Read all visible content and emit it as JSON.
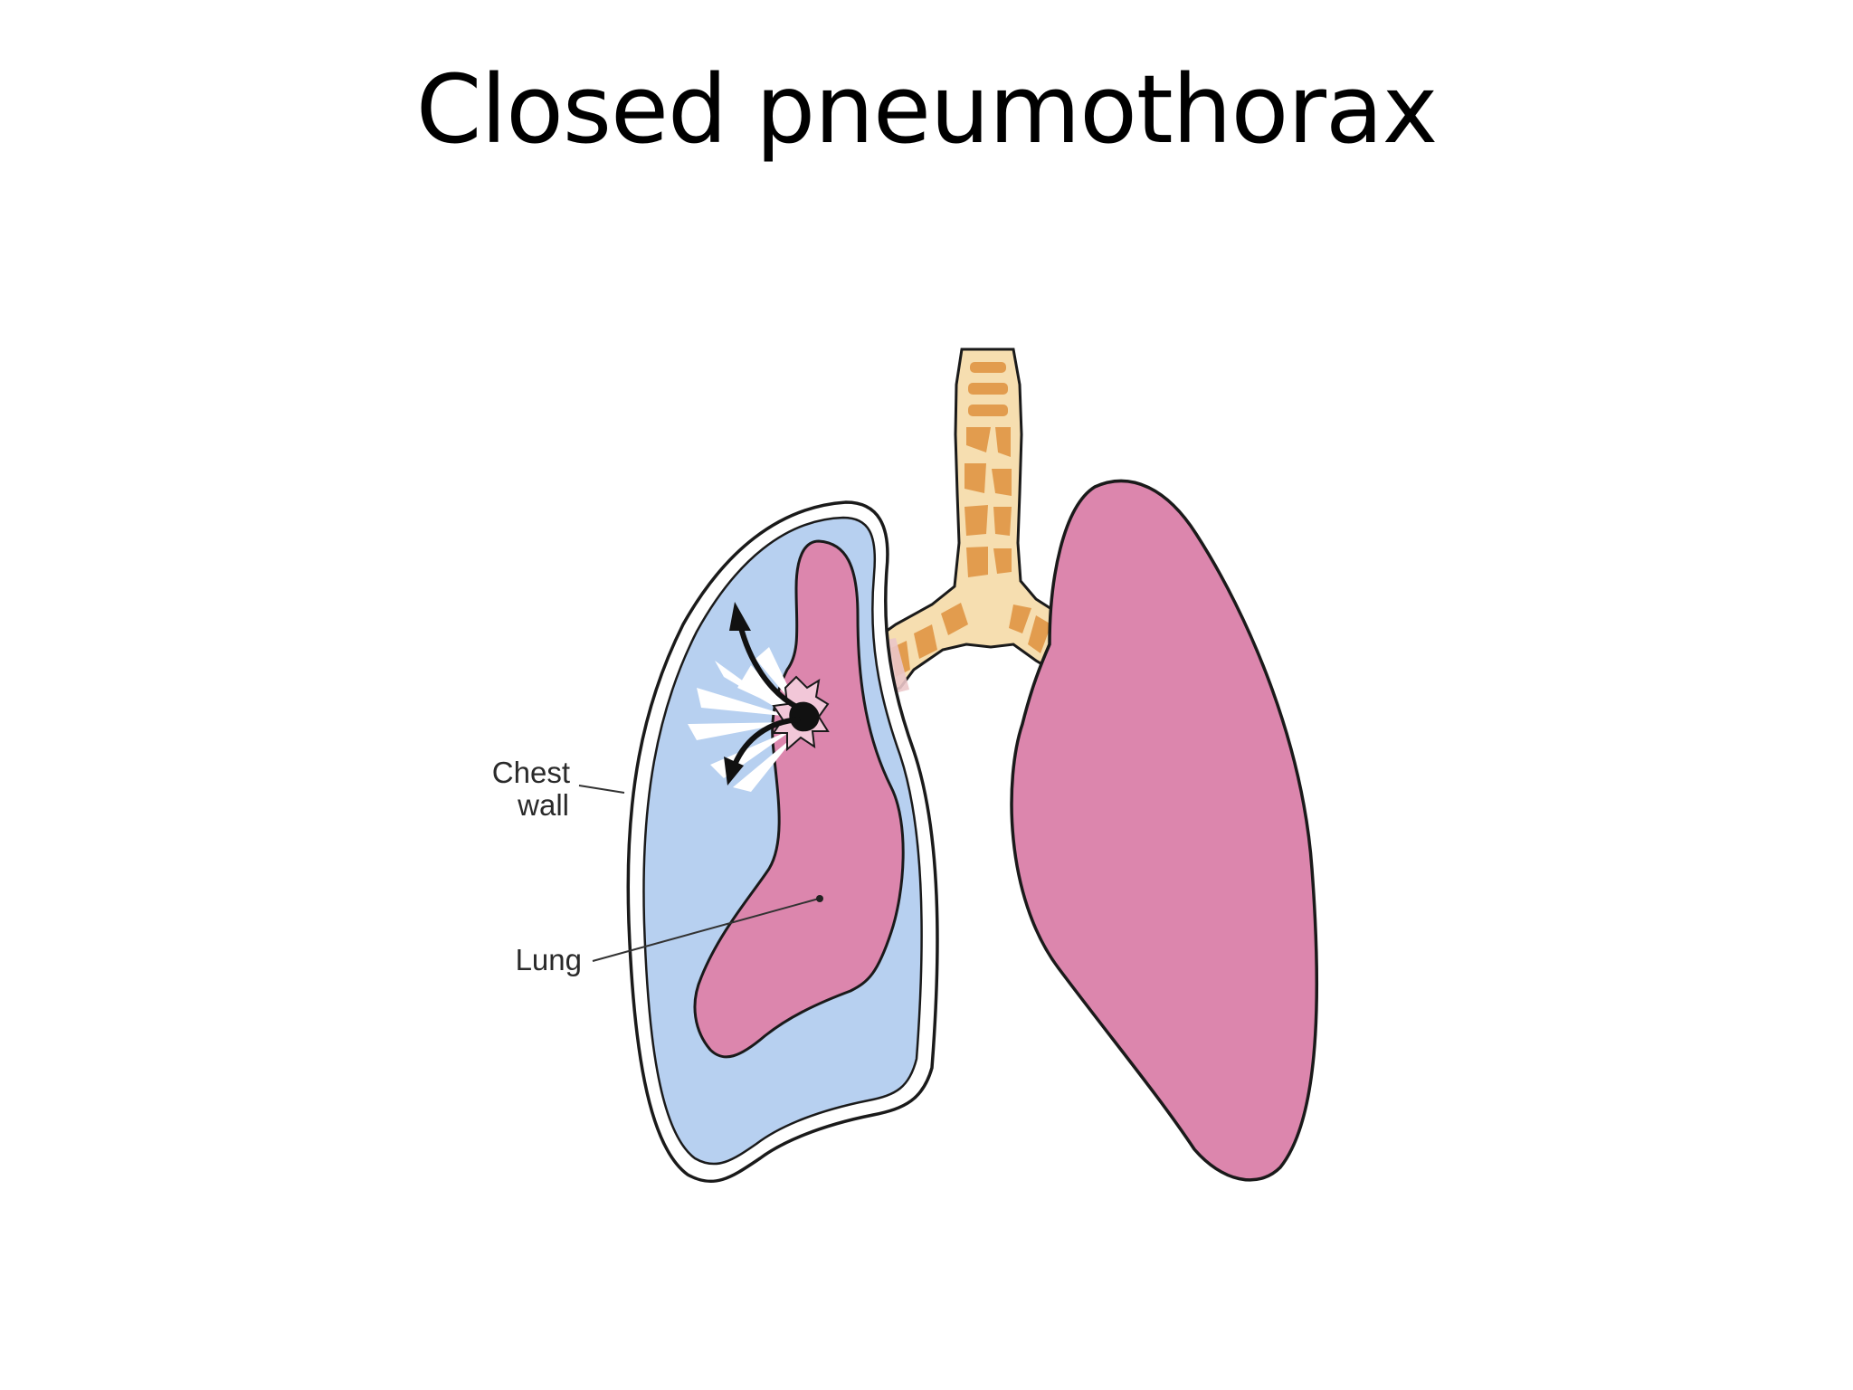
{
  "slide": {
    "title": "Closed pneumothorax"
  },
  "diagram": {
    "labels": {
      "chest_wall_line1": "Chest",
      "chest_wall_line2": "wall",
      "lung": "Lung"
    },
    "colors": {
      "lung_pink": "#DC86AD",
      "pleural_air_blue": "#B7D0F0",
      "trachea_cream": "#F6DEB0",
      "trachea_rings": "#E29C4E",
      "outline": "#1a1a1a"
    }
  }
}
